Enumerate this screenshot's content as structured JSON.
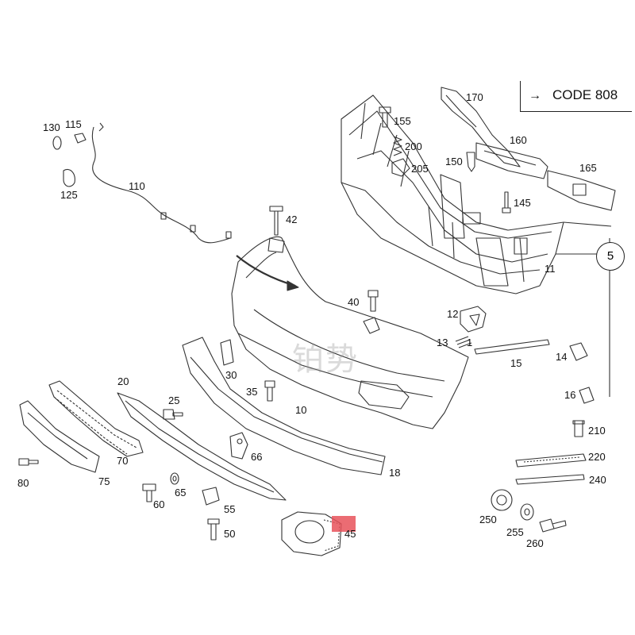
{
  "code_box": {
    "arrow": "→",
    "text": "CODE 808"
  },
  "watermark": "铂势",
  "callout": "5",
  "labels": {
    "l170": "170",
    "l155": "155",
    "l200": "200",
    "l205": "205",
    "l160": "160",
    "l150": "150",
    "l165": "165",
    "l145": "145",
    "l11": "11",
    "l130": "130",
    "l115": "115",
    "l125": "125",
    "l110": "110",
    "l42": "42",
    "l40": "40",
    "l12": "12",
    "l13": "13",
    "l1": "1",
    "l15": "15",
    "l14": "14",
    "l16": "16",
    "l20": "20",
    "l30": "30",
    "l35": "35",
    "l25": "25",
    "l10": "10",
    "l70": "70",
    "l66": "66",
    "l80": "80",
    "l75": "75",
    "l65": "65",
    "l60": "60",
    "l55": "55",
    "l50": "50",
    "l18": "18",
    "l45": "45",
    "l210": "210",
    "l220": "220",
    "l240": "240",
    "l250": "250",
    "l255": "255",
    "l260": "260"
  },
  "colors": {
    "line": "#333333",
    "highlight": "#e8525a"
  }
}
